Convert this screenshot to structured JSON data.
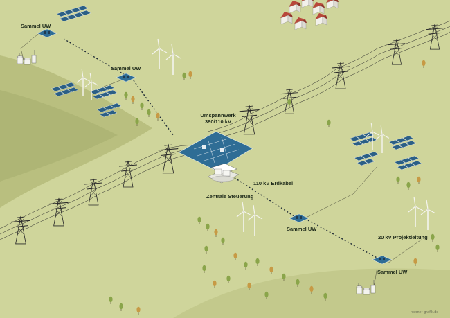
{
  "labels": {
    "sammel_uw_top_left": "Sammel UW",
    "sammel_uw_mid_left": "Sammel UW",
    "umspannwerk_line1": "Umspannwerk",
    "umspannwerk_line2": "380/110 kV",
    "zentrale_steuerung": "Zentrale Steuerung",
    "erdkabel": "110 kV Erdkabel",
    "sammel_uw_center_right": "Sammel UW",
    "projektleitung": "20 kV Projektleitung",
    "sammel_uw_bottom_right": "Sammel UW"
  },
  "credit": "roemer-grafik.de",
  "colors": {
    "field": "#cfd59b",
    "hill": "#b8bf80",
    "solar_panel": "#2b5f86",
    "substation_pad": "#2f6d95",
    "pylon_line": "#2a2a2a",
    "tree_green": "#8aa54a",
    "tree_orange": "#c79a45",
    "house_roof": "#b8473b",
    "cable": "#1f2b35"
  },
  "icons": {
    "wind_turbine": "wind-turbine-icon",
    "solar_array": "solar-panel-icon",
    "pylon": "transmission-pylon-icon",
    "substation": "substation-icon",
    "control_center": "control-building-icon",
    "biogas_plant": "biogas-plant-icon",
    "house": "house-icon",
    "tree": "tree-icon"
  }
}
